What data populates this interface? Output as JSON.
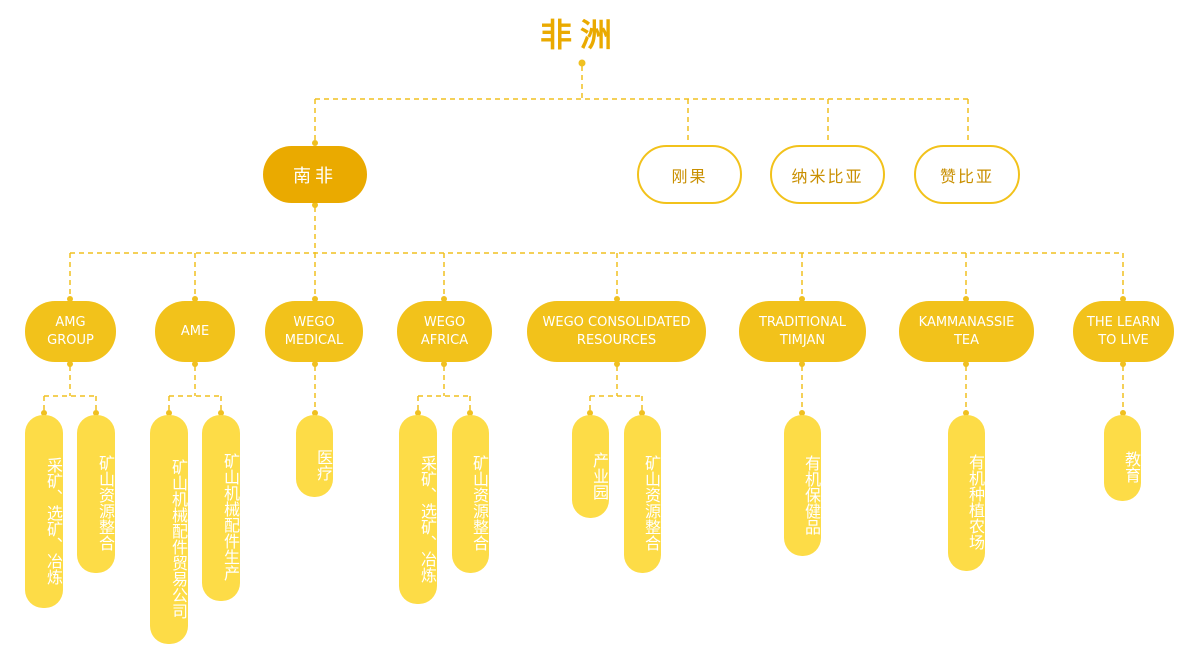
{
  "colors": {
    "title": "#eaaa00",
    "root": "#eaaa00",
    "category": "#f2c21b",
    "leaf": "#fddc47",
    "line": "#f0c020",
    "outline": "#f2c21b",
    "outline_text": "#c98f00"
  },
  "title": "非洲",
  "root": {
    "label": "南非"
  },
  "countries": [
    {
      "label": "刚果"
    },
    {
      "label": "纳米比亚"
    },
    {
      "label": "赞比亚"
    }
  ],
  "categories": [
    {
      "label": "AMG\nGROUP",
      "leaves": [
        "采矿、选矿、冶炼",
        "矿山资源整合"
      ]
    },
    {
      "label": "AME",
      "leaves": [
        "矿山机械配件贸易公司",
        "矿山机械配件生产"
      ]
    },
    {
      "label": "WEGO\nMEDICAL",
      "leaves": [
        "医疗"
      ]
    },
    {
      "label": "WEGO\nAFRICA",
      "leaves": [
        "采矿、选矿、冶炼",
        "矿山资源整合"
      ]
    },
    {
      "label": "WEGO CONSOLIDATED\nRESOURCES",
      "leaves": [
        "产业园",
        "矿山资源整合"
      ]
    },
    {
      "label": "TRADITIONAL\nTIMJAN",
      "leaves": [
        "有机保健品"
      ]
    },
    {
      "label": "KAMMANASSIE\nTEA",
      "leaves": [
        "有机种植农场"
      ]
    },
    {
      "label": "THE LEARN\nTO LIVE",
      "leaves": [
        "教育"
      ]
    }
  ]
}
